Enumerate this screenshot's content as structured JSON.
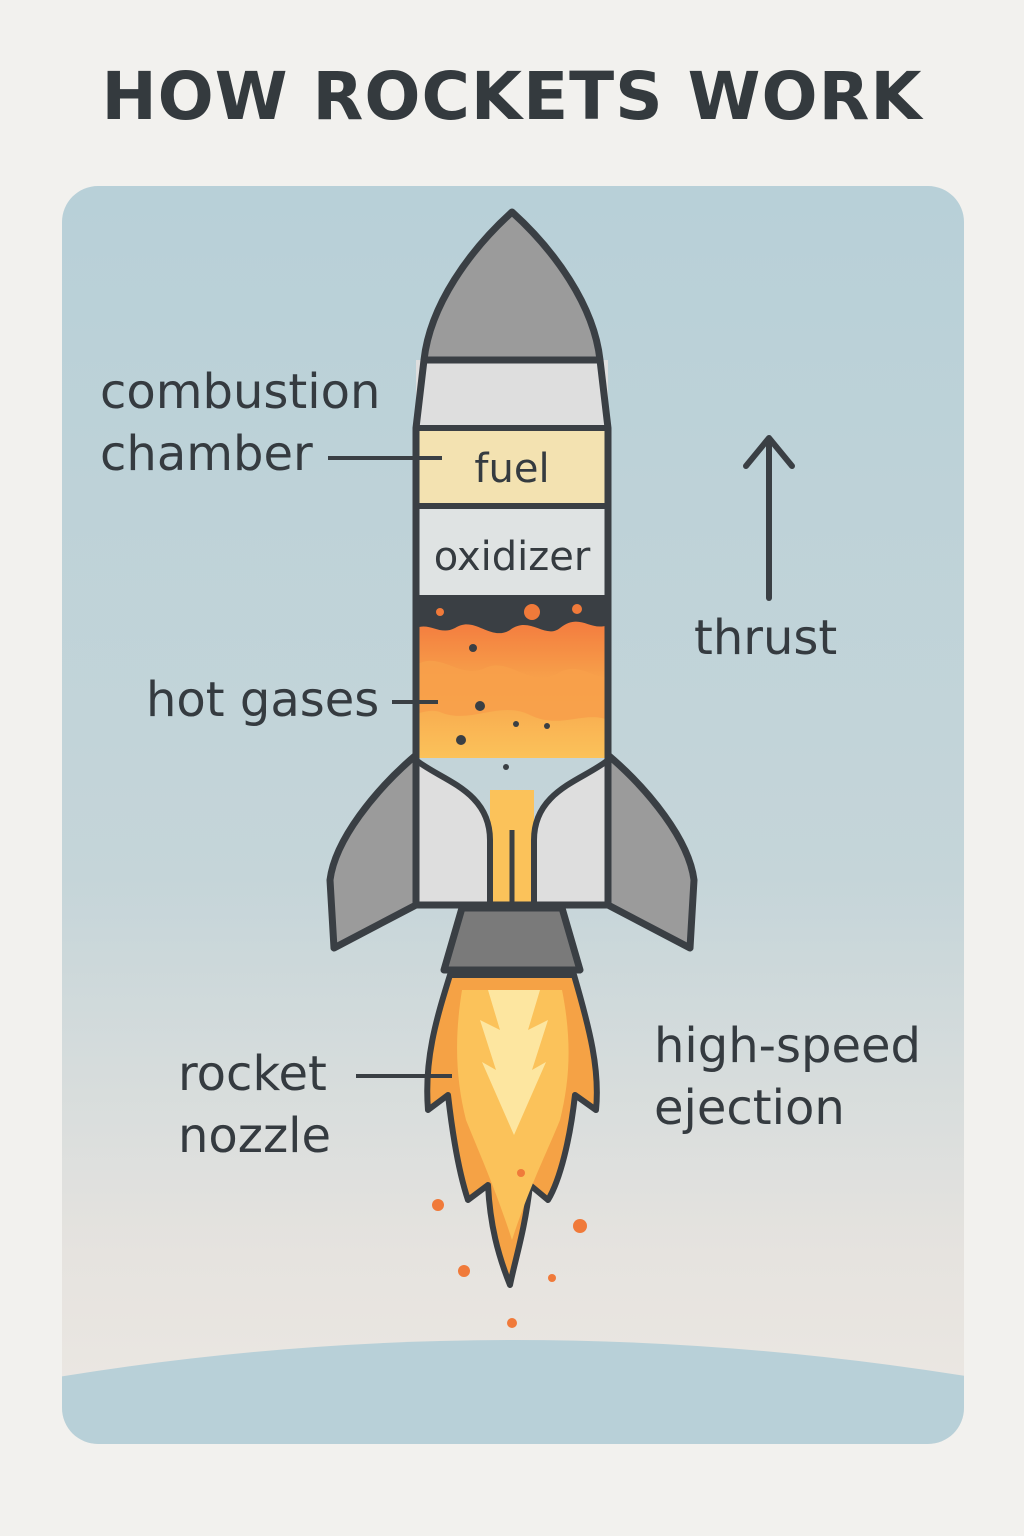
{
  "title": "HOW ROCKETS WORK",
  "labels": {
    "combustion_line1": "combustion",
    "combustion_line2": "chamber",
    "fuel": "fuel",
    "oxidizer": "oxidizer",
    "hot_gases": "hot gases",
    "thrust": "thrust",
    "nozzle_line1": "rocket",
    "nozzle_line2": "nozzle",
    "ejection_line1": "high-speed",
    "ejection_line2": "ejection"
  },
  "colors": {
    "outline": "#3a3f44",
    "nose": "#9a9a9a",
    "body_light": "#dcdcdc",
    "fuel": "#f3e2b1",
    "oxidizer": "#dfe3e3",
    "flame_outer": "#f5a245",
    "flame_mid": "#fbc25a",
    "flame_inner": "#fde6a0",
    "hot_gas_top": "#f47a40",
    "sky_top": "#b9d1d8",
    "sky_bottom": "#ece9e5"
  }
}
